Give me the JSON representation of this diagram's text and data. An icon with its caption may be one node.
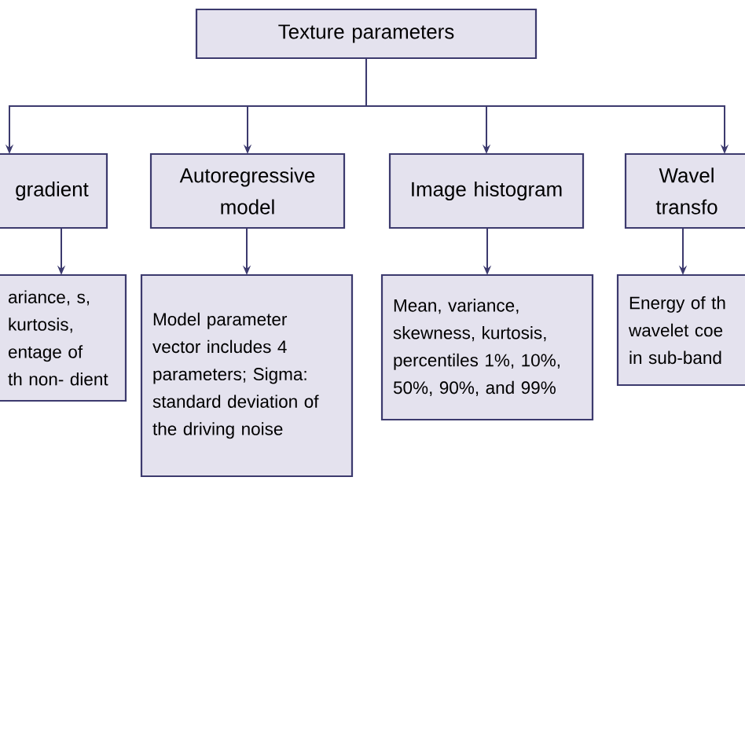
{
  "diagram": {
    "nodes": [
      {
        "text": [
          "Texture parameters"
        ]
      },
      {
        "text": [
          "gradient"
        ]
      },
      {
        "text": [
          "Autoregressive model"
        ]
      },
      {
        "text": [
          "Image histogram"
        ]
      },
      {
        "text": [
          "Wavel transfo"
        ]
      },
      {
        "text": [
          "ariance, s, kurtosis, entage of th non- dient"
        ]
      },
      {
        "text": [
          "Model parameter vector includes 4 parameters; Sigma: standard deviation of the driving noise"
        ]
      },
      {
        "text": [
          "Mean, variance, skewness, kurtosis, percentiles 1%, 10%, 50%, 90%, and 99%"
        ]
      },
      {
        "text": [
          "Energy of th wavelet coe in sub-band"
        ]
      }
    ],
    "edges": [
      {
        "from": 0,
        "to": 1,
        "arrow": "to"
      },
      {
        "from": 0,
        "to": 2,
        "arrow": "to"
      },
      {
        "from": 0,
        "to": 3,
        "arrow": "to"
      },
      {
        "from": 0,
        "to": 4,
        "arrow": "to"
      },
      {
        "from": 1,
        "to": 5,
        "arrow": "to"
      },
      {
        "from": 2,
        "to": 6,
        "arrow": "to"
      },
      {
        "from": 3,
        "to": 7,
        "arrow": "to"
      },
      {
        "from": 4,
        "to": 8,
        "arrow": "to"
      }
    ]
  }
}
